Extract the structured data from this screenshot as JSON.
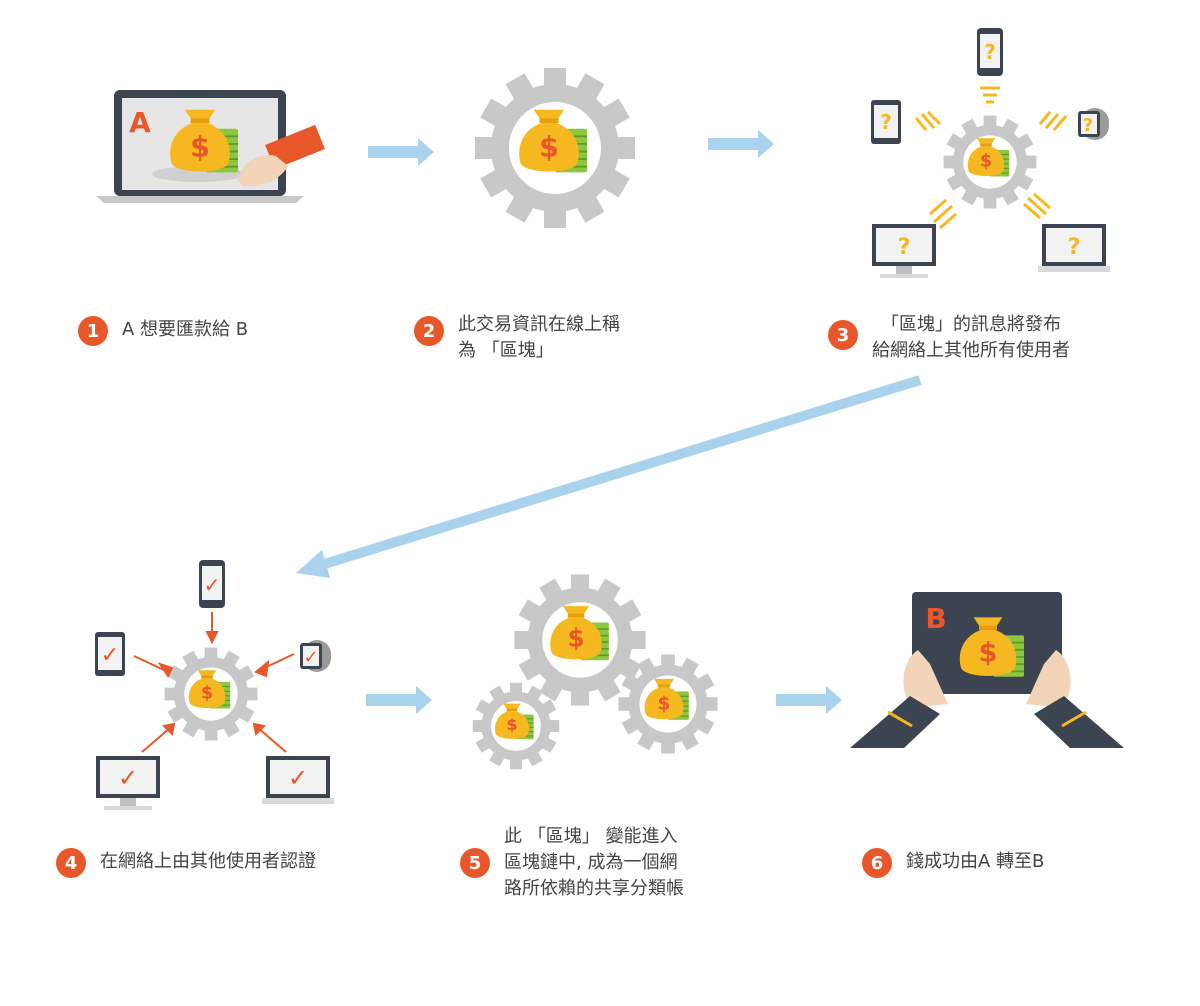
{
  "steps": [
    {
      "num": "1",
      "lines": [
        "A 想要匯款給 B"
      ]
    },
    {
      "num": "2",
      "lines": [
        "此交易資訊在線上稱",
        "為 「區塊」"
      ]
    },
    {
      "num": "3",
      "lines": [
        "「區塊」的訊息將發布",
        "給網絡上其他所有使用者"
      ]
    },
    {
      "num": "4",
      "lines": [
        "在網絡上由其他使用者認證"
      ]
    },
    {
      "num": "5",
      "lines": [
        "此 「區塊」 變能進入",
        "區塊鏈中, 成為一個網",
        "路所依賴的共享分類帳"
      ]
    },
    {
      "num": "6",
      "lines": [
        "錢成功由A 轉至B"
      ]
    }
  ],
  "icons": {
    "sender_letter": "A",
    "receiver_letter": "B",
    "dollar": "$",
    "question": "?",
    "check": "✓"
  },
  "colors": {
    "accent": "#e8572a",
    "arrow": "#a9d2ec",
    "gear": "#c8c8c8",
    "bag": "#f6b820",
    "cash": "#8dc63f",
    "screen": "#3d4451"
  }
}
